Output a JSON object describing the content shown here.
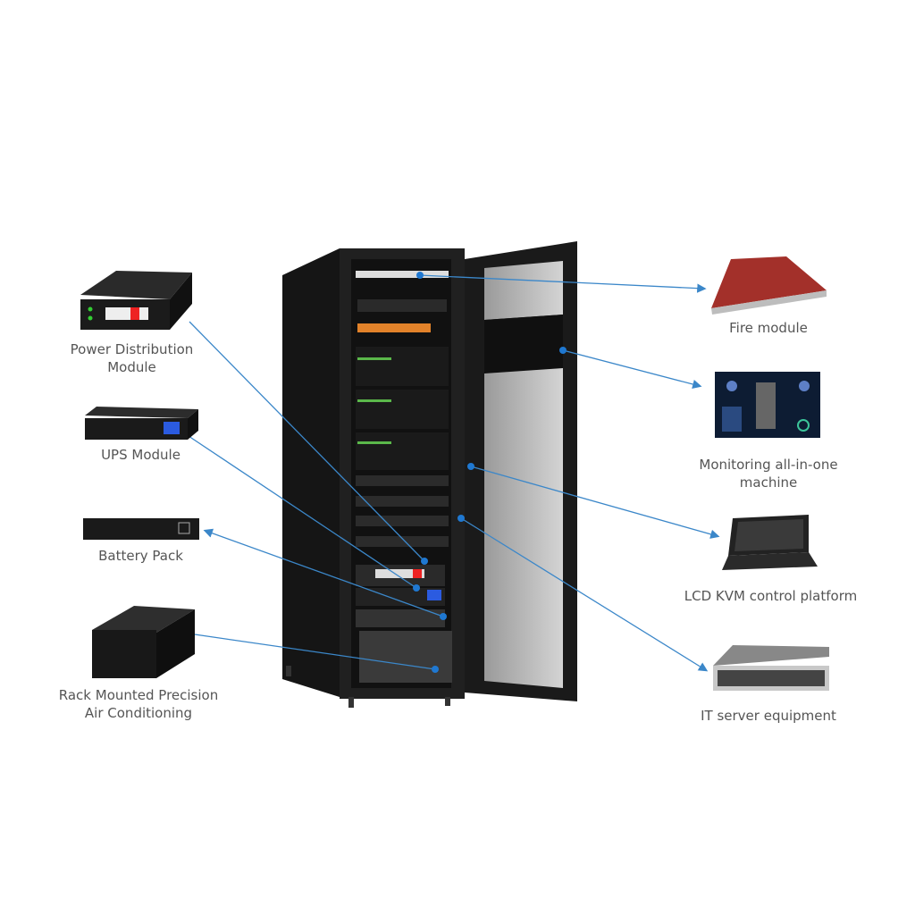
{
  "colors": {
    "connector": "#3b87c9",
    "rack": "#1c1c1c",
    "fire_module": "#a3302a"
  },
  "left_components": [
    {
      "id": "pdm",
      "label_lines": [
        "Power Distribution",
        "Module"
      ],
      "icon": "pdu-unit-icon"
    },
    {
      "id": "ups",
      "label_lines": [
        "UPS Module"
      ],
      "icon": "ups-unit-icon"
    },
    {
      "id": "battery",
      "label_lines": [
        "Battery Pack"
      ],
      "icon": "battery-pack-icon"
    },
    {
      "id": "ac",
      "label_lines": [
        "Rack Mounted Precision",
        "Air Conditioning"
      ],
      "icon": "air-conditioner-icon"
    }
  ],
  "right_components": [
    {
      "id": "fire",
      "label_lines": [
        "Fire module"
      ],
      "icon": "fire-module-icon"
    },
    {
      "id": "monitor",
      "label_lines": [
        "Monitoring all-in-one",
        "machine"
      ],
      "icon": "monitor-screen-icon"
    },
    {
      "id": "kvm",
      "label_lines": [
        "LCD KVM control platform"
      ],
      "icon": "kvm-laptop-icon"
    },
    {
      "id": "server",
      "label_lines": [
        "IT server equipment"
      ],
      "icon": "rack-server-icon"
    }
  ]
}
